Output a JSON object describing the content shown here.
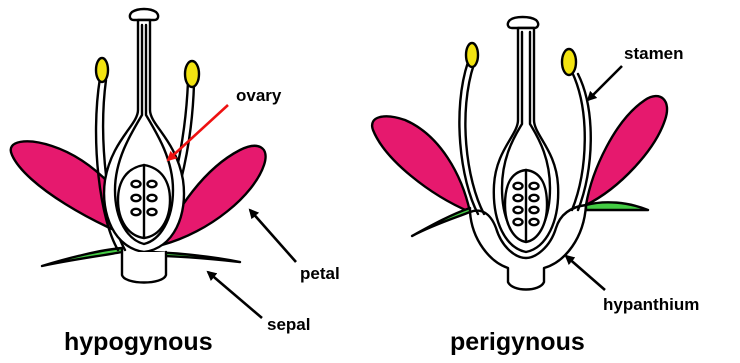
{
  "colors": {
    "petal": "#e6196e",
    "sepal": "#44cc44",
    "anther": "#f2e311",
    "ovary_arrow": "#ee1111",
    "arrow": "#000000",
    "outline": "#000000"
  },
  "labels": {
    "ovary": "ovary",
    "petal": "petal",
    "sepal": "sepal",
    "stamen": "stamen",
    "hypanthium": "hypanthium"
  },
  "captions": {
    "left": "hypogynous",
    "right": "perigynous"
  }
}
